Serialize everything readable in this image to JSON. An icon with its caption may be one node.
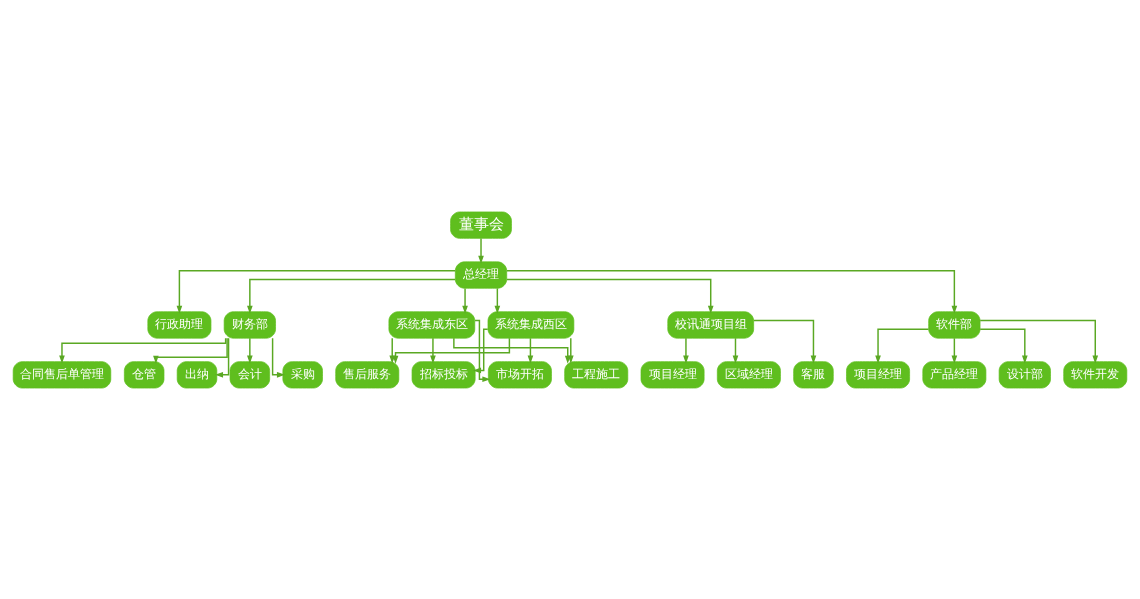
{
  "diagram": {
    "nodes": [
      {
        "text": [
          "董事会"
        ]
      },
      {
        "text": [
          "总经理"
        ]
      },
      {
        "text": [
          "行政助理"
        ]
      },
      {
        "text": [
          "财务部"
        ]
      },
      {
        "text": [
          "系统集成东区"
        ]
      },
      {
        "text": [
          "系统集成西区"
        ]
      },
      {
        "text": [
          "校讯通项目组"
        ]
      },
      {
        "text": [
          "软件部"
        ]
      },
      {
        "text": [
          "出纳"
        ]
      },
      {
        "text": [
          "会计"
        ]
      },
      {
        "text": [
          "采购"
        ]
      },
      {
        "text": [
          "合同售后单管理"
        ]
      },
      {
        "text": [
          "仓管"
        ]
      },
      {
        "text": [
          "市场开拓"
        ]
      },
      {
        "text": [
          "工程施工"
        ]
      },
      {
        "text": [
          "售后服务"
        ]
      },
      {
        "text": [
          "招标投标"
        ]
      },
      {
        "text": [
          "项目经理"
        ]
      },
      {
        "text": [
          "区域经理"
        ]
      },
      {
        "text": [
          "客服"
        ]
      },
      {
        "text": [
          "项目经理"
        ]
      },
      {
        "text": [
          "产品经理"
        ]
      },
      {
        "text": [
          "设计部"
        ]
      },
      {
        "text": [
          "软件开发"
        ]
      }
    ],
    "edges": [
      {
        "from": 0,
        "to": 1,
        "arrow": "to"
      },
      {
        "from": 1,
        "to": 2,
        "arrow": "to"
      },
      {
        "from": 1,
        "to": 3,
        "arrow": "to"
      },
      {
        "from": 1,
        "to": 4,
        "arrow": "to"
      },
      {
        "from": 1,
        "to": 5,
        "arrow": "to"
      },
      {
        "from": 1,
        "to": 6,
        "arrow": "to"
      },
      {
        "from": 1,
        "to": 7,
        "arrow": "to"
      },
      {
        "from": 3,
        "to": 8,
        "arrow": "to"
      },
      {
        "from": 3,
        "to": 9,
        "arrow": "to"
      },
      {
        "from": 3,
        "to": 10,
        "arrow": "to"
      },
      {
        "from": 3,
        "to": 11,
        "arrow": "to"
      },
      {
        "from": 3,
        "to": 12,
        "arrow": "to"
      },
      {
        "from": 4,
        "to": 13,
        "arrow": "to"
      },
      {
        "from": 4,
        "to": 14,
        "arrow": "to"
      },
      {
        "from": 4,
        "to": 15,
        "arrow": "to"
      },
      {
        "from": 4,
        "to": 16,
        "arrow": "to"
      },
      {
        "from": 5,
        "to": 13,
        "arrow": "to"
      },
      {
        "from": 5,
        "to": 14,
        "arrow": "to"
      },
      {
        "from": 5,
        "to": 15,
        "arrow": "to"
      },
      {
        "from": 5,
        "to": 16,
        "arrow": "to"
      },
      {
        "from": 6,
        "to": 17,
        "arrow": "to"
      },
      {
        "from": 6,
        "to": 18,
        "arrow": "to"
      },
      {
        "from": 6,
        "to": 19,
        "arrow": "to"
      },
      {
        "from": 7,
        "to": 20,
        "arrow": "to"
      },
      {
        "from": 7,
        "to": 21,
        "arrow": "to"
      },
      {
        "from": 7,
        "to": 22,
        "arrow": "to"
      },
      {
        "from": 7,
        "to": 23,
        "arrow": "to"
      }
    ]
  }
}
